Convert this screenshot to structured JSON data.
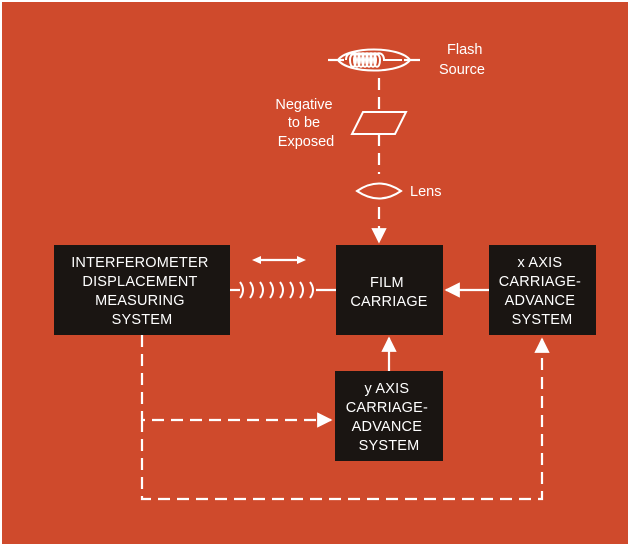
{
  "colors": {
    "background": "#cf4a2c",
    "box": "#1a1512",
    "line": "#ffffff"
  },
  "labels": {
    "flash_source": [
      "Flash",
      "Source"
    ],
    "negative": [
      "Negative",
      "to be",
      "Exposed"
    ],
    "lens": "Lens"
  },
  "boxes": {
    "interferometer": [
      "INTERFEROMETER",
      "DISPLACEMENT",
      "MEASURING",
      "SYSTEM"
    ],
    "film_carriage": [
      "FILM",
      "CARRIAGE"
    ],
    "x_axis": [
      "x AXIS",
      "CARRIAGE-",
      "ADVANCE",
      "SYSTEM"
    ],
    "y_axis": [
      "y AXIS",
      "CARRIAGE-",
      "ADVANCE",
      "SYSTEM"
    ]
  },
  "icons": {
    "flash": "flash-lamp-icon",
    "negative": "film-negative-icon",
    "lens": "lens-icon",
    "beam": "laser-beam-icon",
    "motion": "double-arrow-icon"
  }
}
